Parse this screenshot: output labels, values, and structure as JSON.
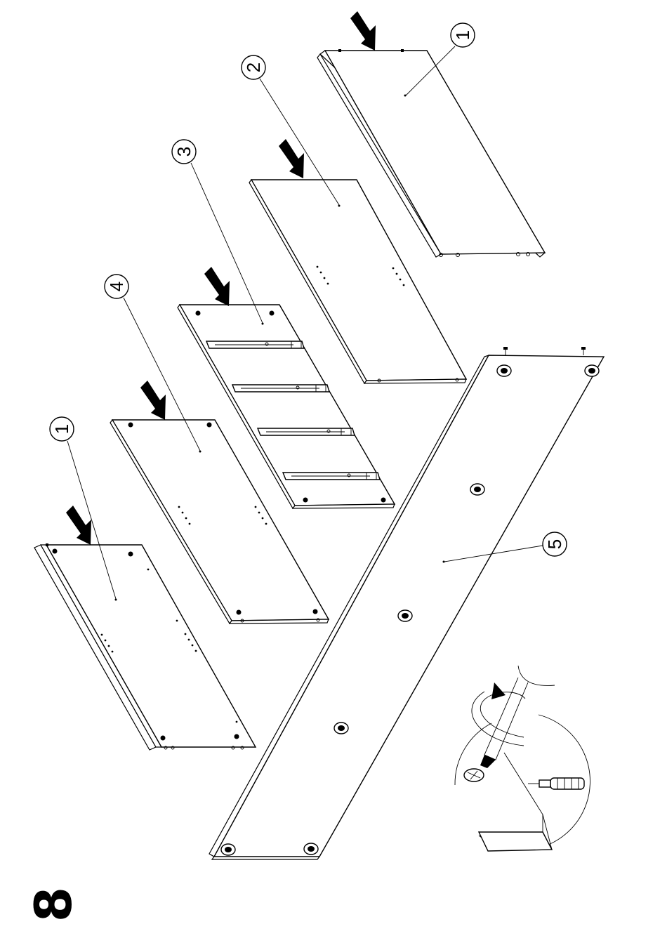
{
  "step_number": "8",
  "parts": [
    {
      "id": "part-1-top",
      "label": "1"
    },
    {
      "id": "part-2",
      "label": "2"
    },
    {
      "id": "part-3",
      "label": "3"
    },
    {
      "id": "part-4",
      "label": "4"
    },
    {
      "id": "part-1-bottom",
      "label": "1"
    },
    {
      "id": "part-5",
      "label": "5"
    }
  ],
  "icons": [
    "insert-arrow-icon",
    "screwdriver-icon",
    "rotate-arrow-icon",
    "cam-lock-icon"
  ]
}
